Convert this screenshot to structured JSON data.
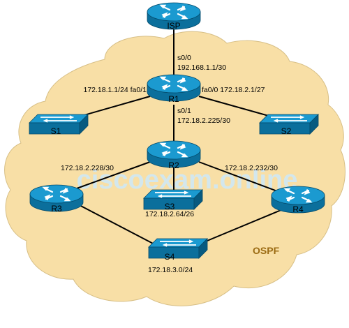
{
  "diagram": {
    "area_label": "OSPF",
    "watermark": "ciscoexam.online",
    "colors": {
      "cloud_fill": "#f8dfa6",
      "cloud_stroke": "#d7bf86",
      "ospf_text": "#9a6a12",
      "watermark": "#cfe8f5",
      "device_top": "#1b9ad0",
      "device_side": "#0b6f9c",
      "link": "#000000"
    },
    "devices": {
      "isp": {
        "label": "ISP",
        "type": "router"
      },
      "r1": {
        "label": "R1",
        "type": "router"
      },
      "r2": {
        "label": "R2",
        "type": "router"
      },
      "r3": {
        "label": "R3",
        "type": "router"
      },
      "r4": {
        "label": "R4",
        "type": "router"
      },
      "s1": {
        "label": "S1",
        "type": "switch"
      },
      "s2": {
        "label": "S2",
        "type": "switch"
      },
      "s3": {
        "label": "S3",
        "type": "switch"
      },
      "s4": {
        "label": "S4",
        "type": "switch"
      }
    },
    "labels": {
      "isp_r1_if": "s0/0",
      "isp_r1_net": "192.168.1.1/30",
      "r1_s1": "172.18.1.1/24 fa0/1",
      "r1_s2": "fa0/0 172.18.2.1/27",
      "r1_r2_if": "s0/1",
      "r1_r2_net": "172.18.2.225/30",
      "r2_r3": "172.18.2.228/30",
      "r2_r4": "172.18.2.232/30",
      "s3_net": "172.18.2.64/26",
      "s4_net": "172.18.3.0/24"
    }
  }
}
